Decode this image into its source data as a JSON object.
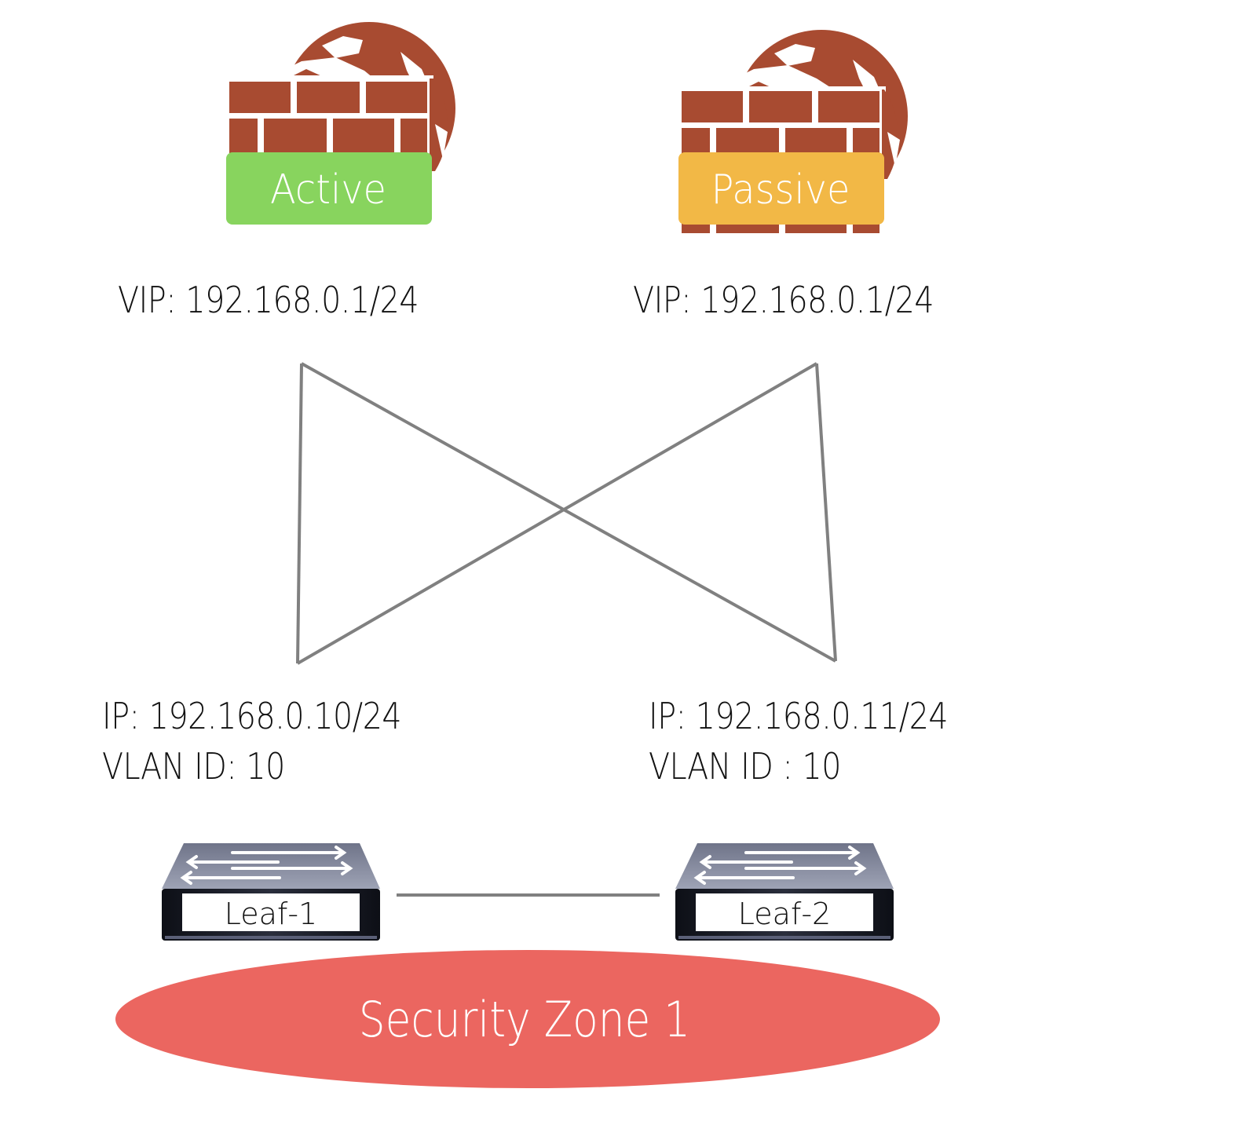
{
  "colors": {
    "brick": "#A84B31",
    "active_badge": "#88D45E",
    "passive_badge": "#F2B846",
    "link": "#808080",
    "zone": "#EB6660",
    "switch_top": "#8E93A6",
    "switch_body": "#1E2230",
    "text": "#111111",
    "badge_text": "#FFFFFF"
  },
  "firewalls": [
    {
      "name": "firewall-active",
      "icon": "firewall-globe-icon",
      "status": "Active",
      "vip": "VIP: 192.168.0.1/24"
    },
    {
      "name": "firewall-passive",
      "icon": "firewall-globe-icon",
      "status": "Passive",
      "vip": "VIP: 192.168.0.1/24"
    }
  ],
  "switches": [
    {
      "name": "leaf-1",
      "icon": "switch-icon",
      "label": "Leaf-1",
      "ip": "IP: 192.168.0.10/24",
      "vlan": "VLAN ID: 10"
    },
    {
      "name": "leaf-2",
      "icon": "switch-icon",
      "label": "Leaf-2",
      "ip": "IP: 192.168.0.11/24",
      "vlan": "VLAN ID : 10"
    }
  ],
  "links": [
    {
      "from": "firewall-active",
      "to": "leaf-1"
    },
    {
      "from": "firewall-active",
      "to": "leaf-2"
    },
    {
      "from": "firewall-passive",
      "to": "leaf-1"
    },
    {
      "from": "firewall-passive",
      "to": "leaf-2"
    },
    {
      "from": "leaf-1",
      "to": "leaf-2"
    }
  ],
  "zone": {
    "label": "Security Zone 1"
  }
}
